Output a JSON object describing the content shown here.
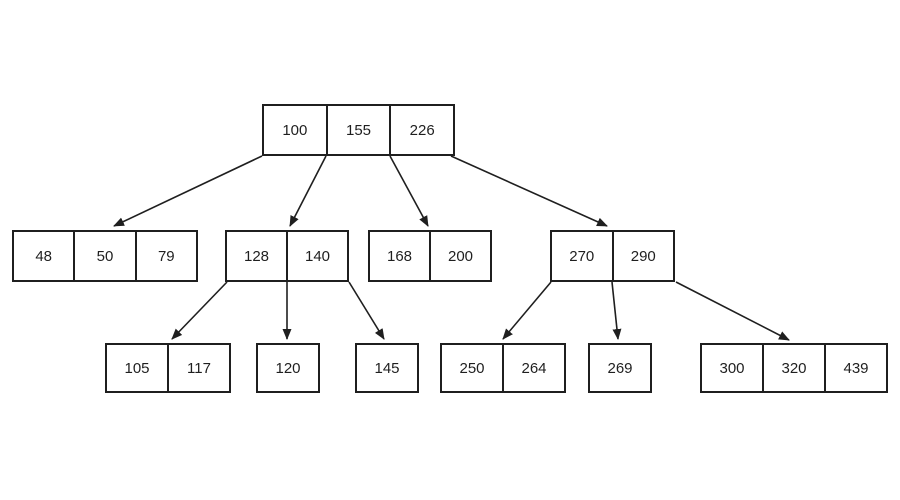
{
  "diagram": {
    "type": "b-tree",
    "background_color": "#ffffff",
    "line_color": "#1f1f1f",
    "text_color": "#1f1f1f"
  },
  "tree": {
    "root": {
      "id": "node-100-155-226",
      "keys": [
        "100",
        "155",
        "226"
      ]
    },
    "level2": [
      {
        "id": "node-48-50-79",
        "keys": [
          "48",
          "50",
          "79"
        ]
      },
      {
        "id": "node-128-140",
        "keys": [
          "128",
          "140"
        ]
      },
      {
        "id": "node-168-200",
        "keys": [
          "168",
          "200"
        ]
      },
      {
        "id": "node-270-290",
        "keys": [
          "270",
          "290"
        ]
      }
    ],
    "level3": [
      {
        "id": "leaf-105-117",
        "keys": [
          "105",
          "117"
        ]
      },
      {
        "id": "leaf-120",
        "keys": [
          "120"
        ]
      },
      {
        "id": "leaf-145",
        "keys": [
          "145"
        ]
      },
      {
        "id": "leaf-250-264",
        "keys": [
          "250",
          "264"
        ]
      },
      {
        "id": "leaf-269",
        "keys": [
          "269"
        ]
      },
      {
        "id": "leaf-300-320-439",
        "keys": [
          "300",
          "320",
          "439"
        ]
      }
    ],
    "edges": [
      {
        "from": "node-100-155-226",
        "to": "node-48-50-79"
      },
      {
        "from": "node-100-155-226",
        "to": "node-128-140"
      },
      {
        "from": "node-100-155-226",
        "to": "node-168-200"
      },
      {
        "from": "node-100-155-226",
        "to": "node-270-290"
      },
      {
        "from": "node-128-140",
        "to": "leaf-105-117"
      },
      {
        "from": "node-128-140",
        "to": "leaf-120"
      },
      {
        "from": "node-128-140",
        "to": "leaf-145"
      },
      {
        "from": "node-270-290",
        "to": "leaf-250-264"
      },
      {
        "from": "node-270-290",
        "to": "leaf-269"
      },
      {
        "from": "node-270-290",
        "to": "leaf-300-320-439"
      }
    ]
  }
}
